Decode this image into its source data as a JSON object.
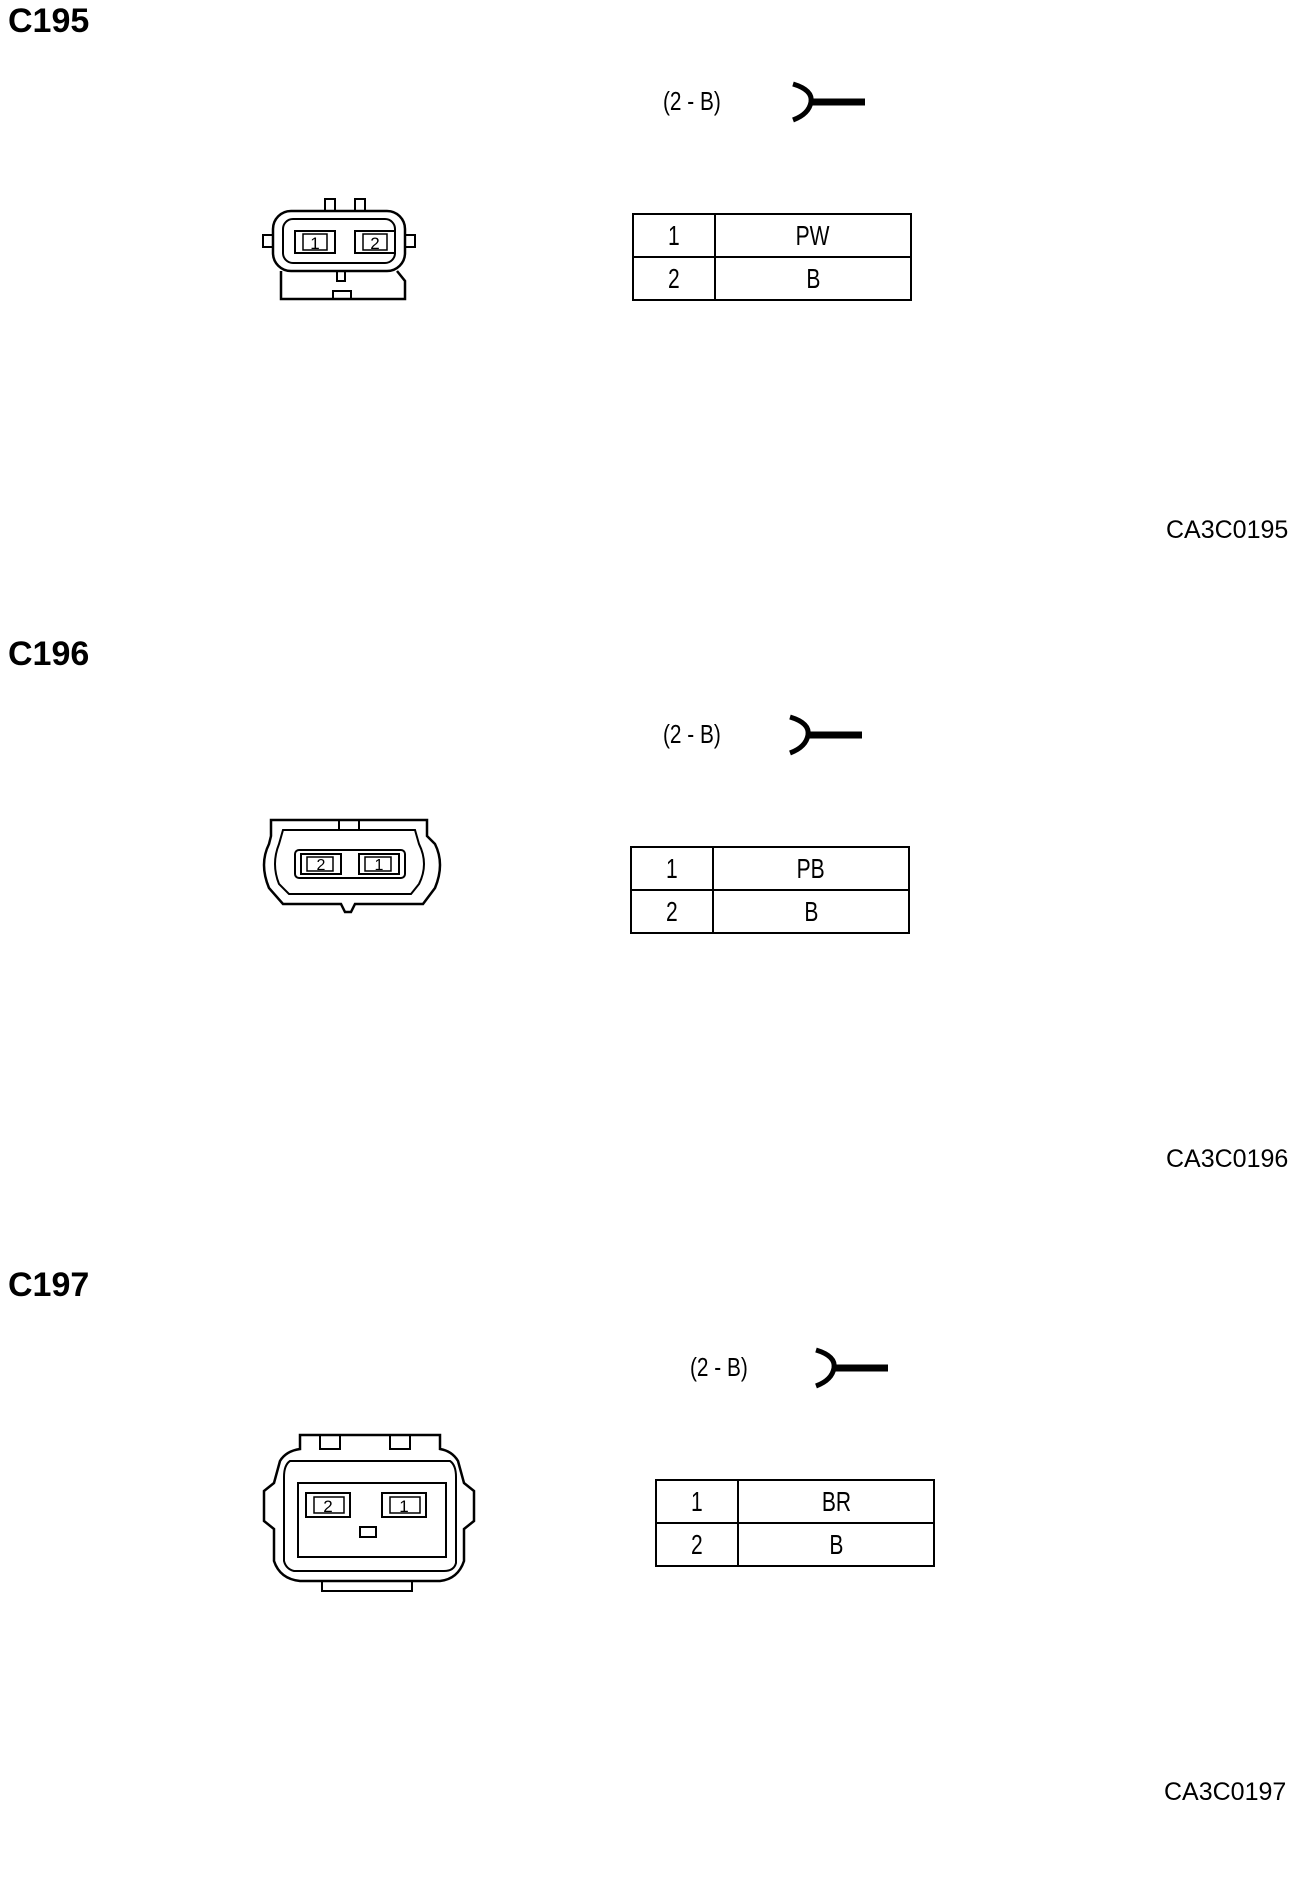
{
  "sections": [
    {
      "title": "C195",
      "pin_label": "(2 - B)",
      "connector_pins": [
        "1",
        "2"
      ],
      "rows": [
        {
          "pin": "1",
          "wire": "PW"
        },
        {
          "pin": "2",
          "wire": "B"
        }
      ],
      "code": "CA3C0195"
    },
    {
      "title": "C196",
      "pin_label": "(2 - B)",
      "connector_pins": [
        "2",
        "1"
      ],
      "rows": [
        {
          "pin": "1",
          "wire": "PB"
        },
        {
          "pin": "2",
          "wire": "B"
        }
      ],
      "code": "CA3C0196"
    },
    {
      "title": "C197",
      "pin_label": "(2 - B)",
      "connector_pins": [
        "2",
        "1"
      ],
      "rows": [
        {
          "pin": "1",
          "wire": "BR"
        },
        {
          "pin": "2",
          "wire": "B"
        }
      ],
      "code": "CA3C0197"
    }
  ]
}
